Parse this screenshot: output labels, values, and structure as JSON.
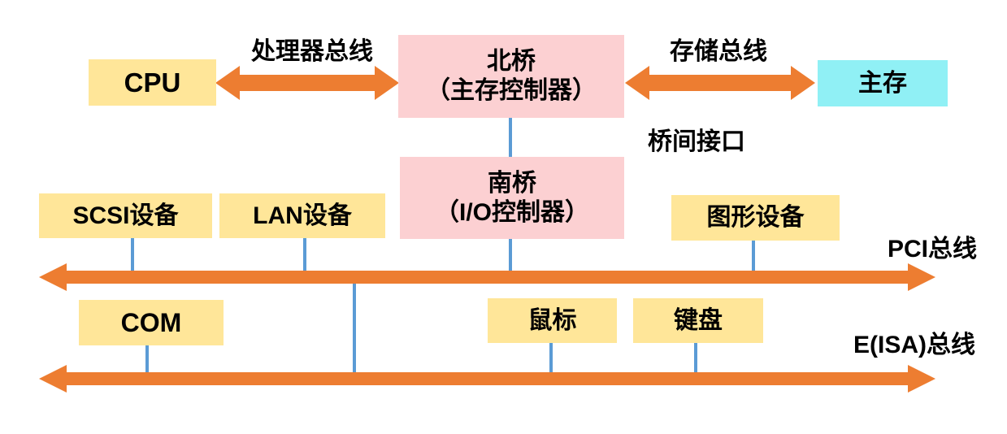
{
  "nodes": {
    "cpu": {
      "label": "CPU"
    },
    "north_bridge": {
      "line1": "北桥",
      "line2": "（主存控制器）"
    },
    "main_memory": {
      "label": "主存"
    },
    "south_bridge": {
      "line1": "南桥",
      "line2": "（I/O控制器）"
    },
    "scsi": {
      "label": "SCSI设备"
    },
    "lan": {
      "label": "LAN设备"
    },
    "graphics": {
      "label": "图形设备"
    },
    "com": {
      "label": "COM"
    },
    "mouse": {
      "label": "鼠标"
    },
    "keyboard": {
      "label": "键盘"
    }
  },
  "bus_labels": {
    "processor_bus": "处理器总线",
    "storage_bus": "存储总线",
    "bridge_interface": "桥间接口",
    "pci_bus": "PCI总线",
    "eisa_bus": "E(ISA)总线"
  },
  "colors": {
    "node_yellow": "#FFE699",
    "node_pink": "#FCD0D2",
    "node_cyan": "#90F0F5",
    "bus_orange": "#ED7D31",
    "connector_blue": "#5B9BD5",
    "text": "#000000",
    "background": "#FFFFFF"
  }
}
